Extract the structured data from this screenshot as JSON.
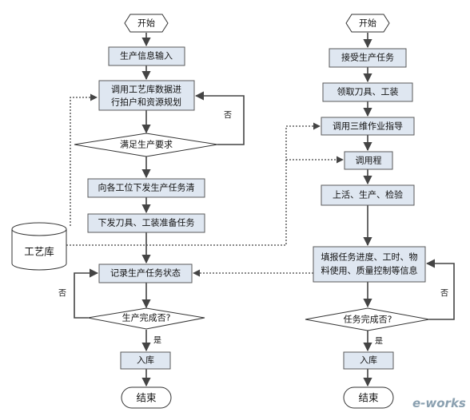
{
  "left": {
    "start": "开始",
    "input": "生产信息输入",
    "plan_line1": "调用工艺库数据进",
    "plan_line2": "行拍户和资源规划",
    "decision1": "满足生产要求",
    "no1": "否",
    "issue": "向各工位下发生产任务清",
    "tools": "下发刀具、工装准备任务",
    "record": "记录生产任务状态",
    "decision2": "生产完成否?",
    "no2": "否",
    "yes": "是",
    "store": "入库",
    "end": "结束"
  },
  "database": "工艺库",
  "right": {
    "start": "开始",
    "accept": "接受生产任务",
    "receive": "领取刀具、工装",
    "guide": "调用三维作业指导",
    "program": "调用程",
    "work": "上活、生产、检验",
    "fill_line1": "填报任务进度、工时、物",
    "fill_line2": "料使用、质量控制等信息",
    "decision": "任务完成否?",
    "no": "否",
    "yes": "是",
    "store": "入库",
    "end": "结束"
  },
  "watermark": "e-works"
}
